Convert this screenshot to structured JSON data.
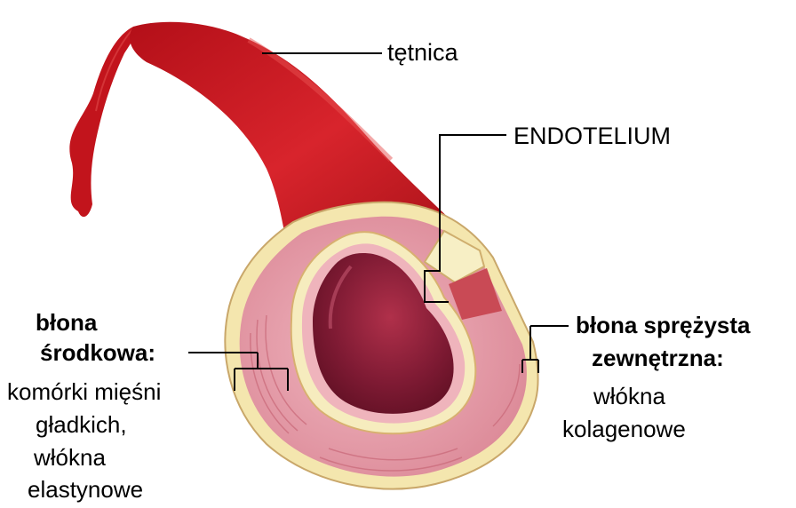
{
  "labels": {
    "artery": "tętnica",
    "endothelium": "ENDOTELIUM",
    "tunica_media": {
      "title_line1": "błona",
      "title_line2": "środkowa:",
      "desc_line1": "komórki mięśni",
      "desc_line2": "gładkich,",
      "desc_line3": "włókna",
      "desc_line4": "elastynowe"
    },
    "tunica_externa": {
      "title_line1": "błona sprężysta",
      "title_line2": "zewnętrzna:",
      "desc_line1": "włókna",
      "desc_line2": "kolagenowe"
    }
  },
  "colors": {
    "artery_red": "#c8121c",
    "artery_dark": "#8e0d12",
    "wall_pink": "#e9a3ae",
    "wall_cream": "#f6eab5",
    "lumen_dark": "#7a1730",
    "text": "#000000"
  }
}
